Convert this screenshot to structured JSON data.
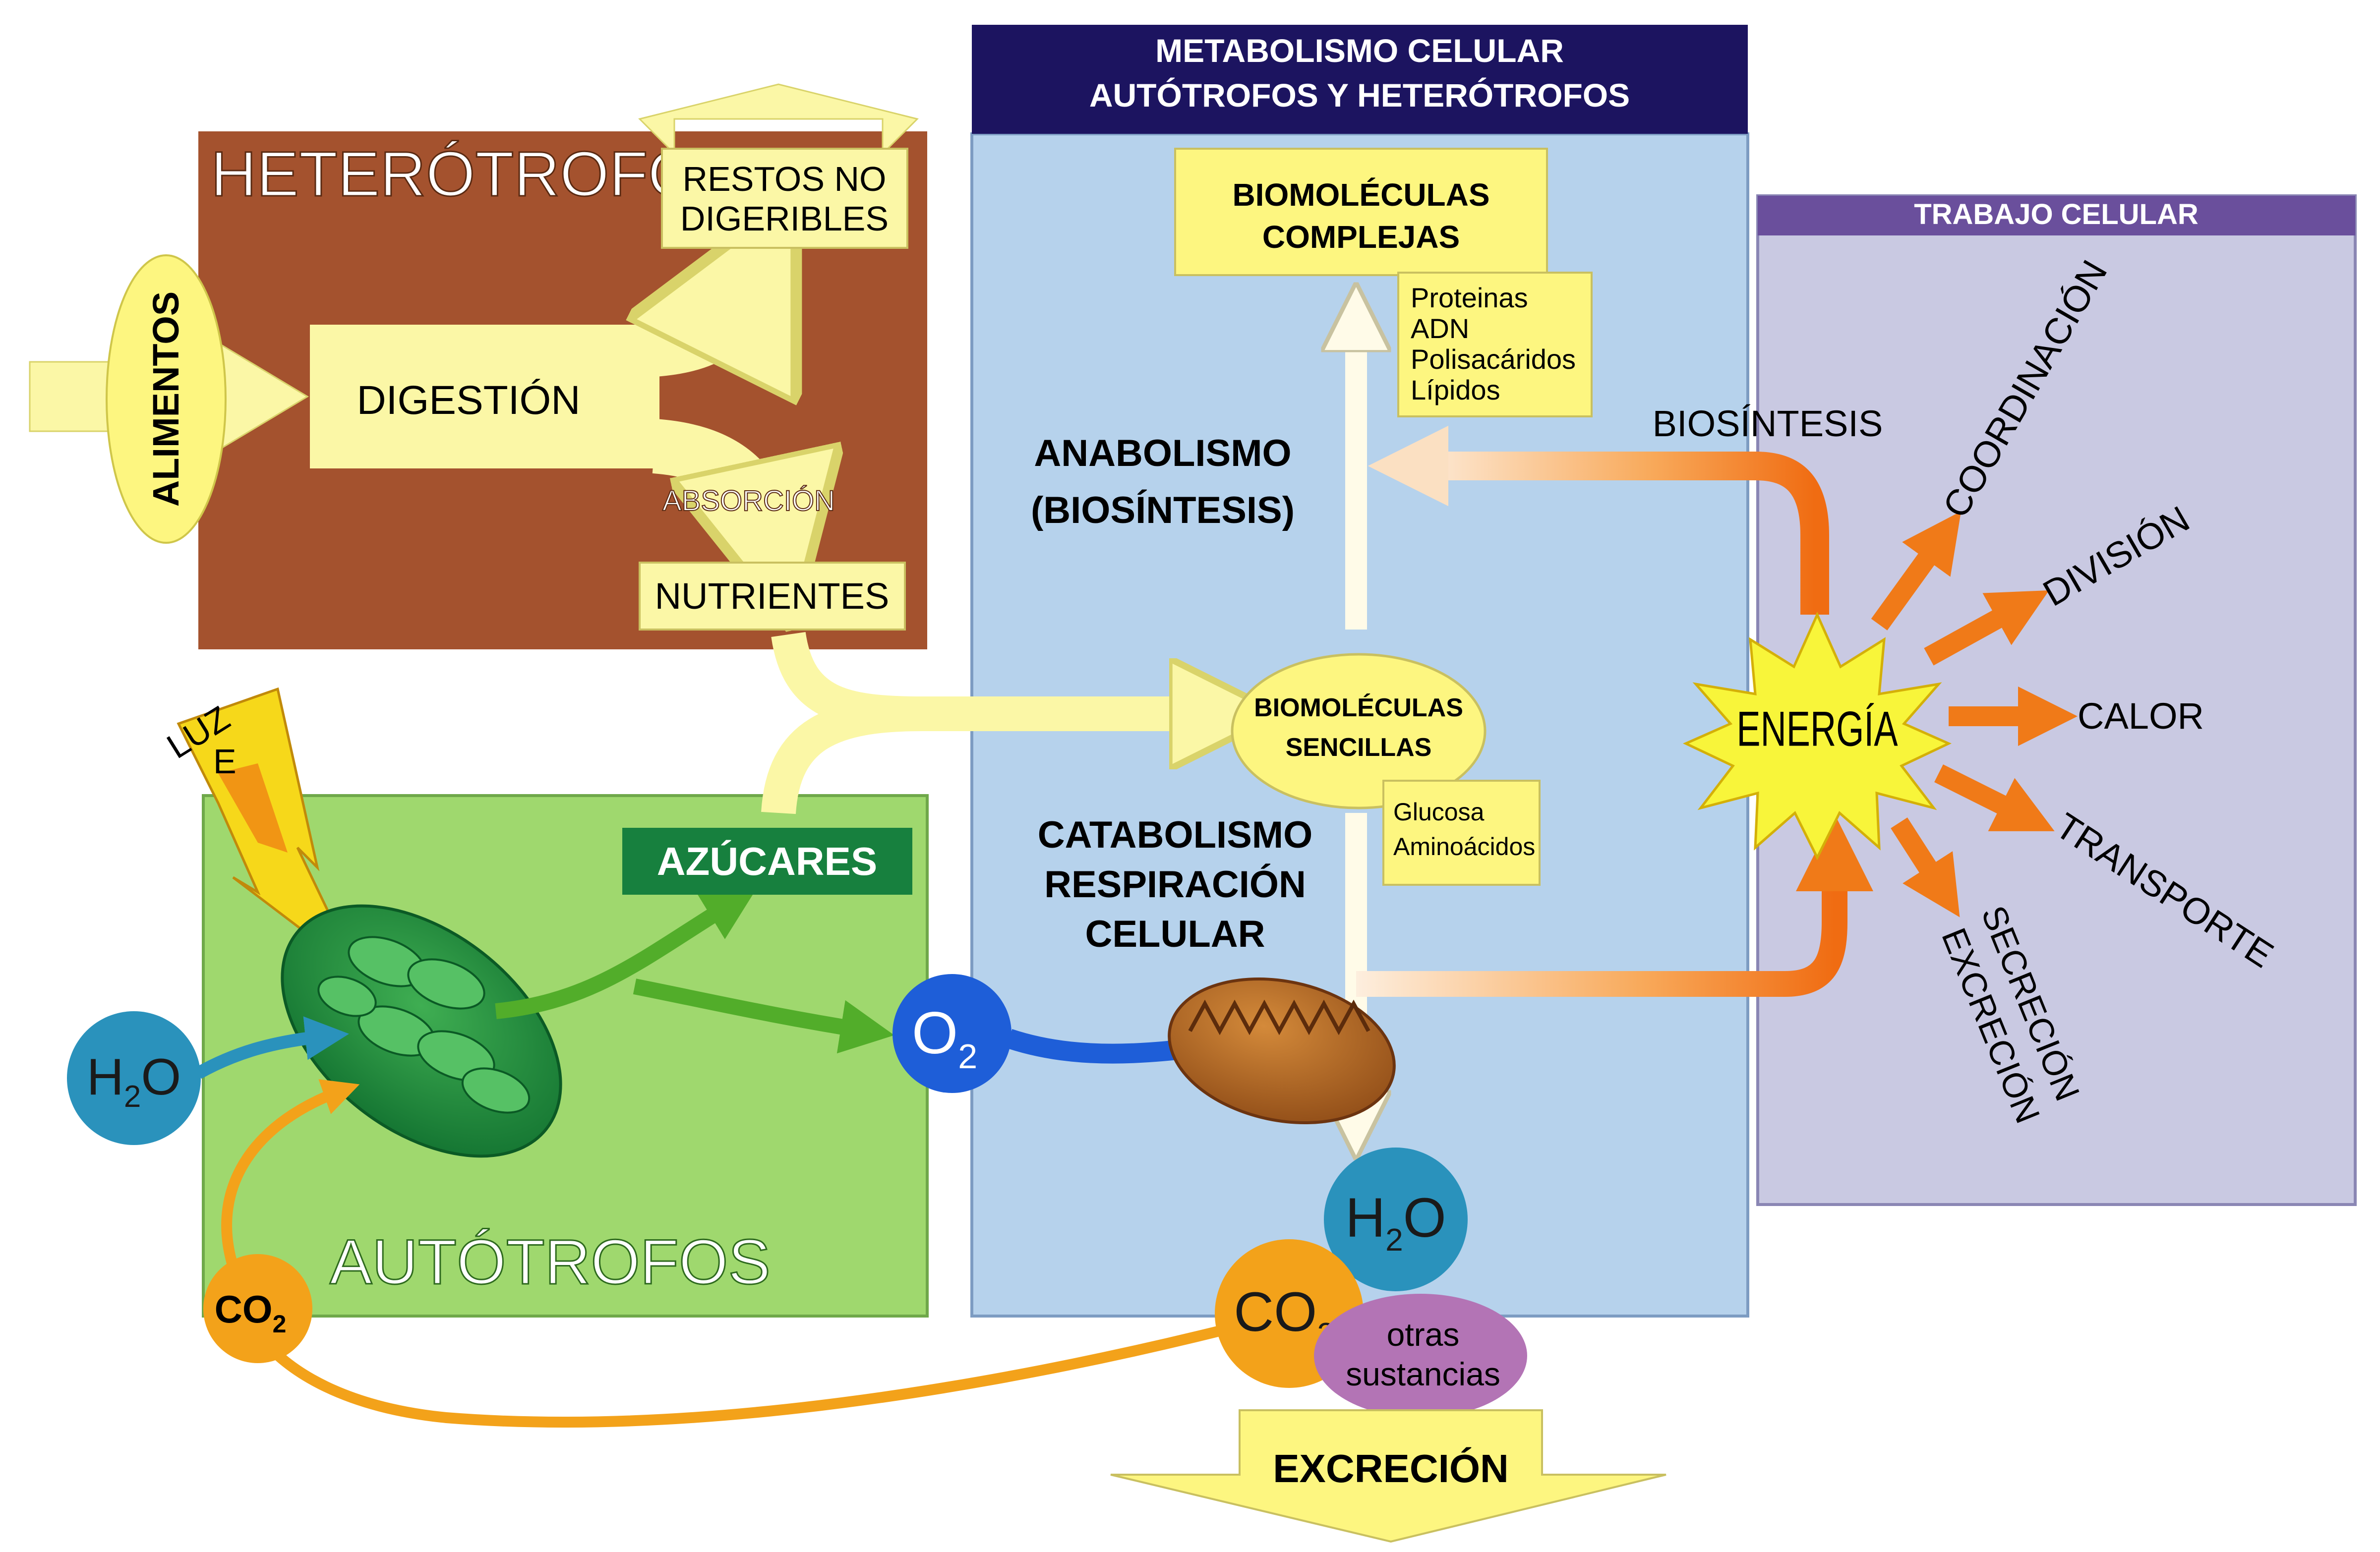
{
  "header": {
    "line1": "METABOLISMO CELULAR",
    "line2": "AUTÓTROFOS Y HETERÓTROFOS"
  },
  "heterotrofos": {
    "title": "HETERÓTROFOS",
    "alimentos": "ALIMENTOS",
    "digestion": "DIGESTIÓN",
    "restos_line1": "RESTOS NO",
    "restos_line2": "DIGERIBLES",
    "absorcion": "ABSORCIÓN",
    "nutrientes": "NUTRIENTES"
  },
  "autotrofos": {
    "title": "AUTÓTROFOS",
    "luz": "LUZ",
    "e": "E",
    "azucares": "AZÚCARES",
    "h2o_main": "H",
    "h2o_sub": "2",
    "h2o_tail": "O",
    "co2_main": "CO",
    "co2_sub": "2",
    "o2_main": "O",
    "o2_sub": "2"
  },
  "metabolismo": {
    "complejas_line1": "BIOMOLÉCULAS",
    "complejas_line2": "COMPLEJAS",
    "complejas_examples": [
      "Proteinas",
      "ADN",
      "Polisacáridos",
      "Lípidos"
    ],
    "anabolismo_line1": "ANABOLISMO",
    "anabolismo_line2": "(BIOSÍNTESIS)",
    "sencillas_line1": "BIOMOLÉCULAS",
    "sencillas_line2": "SENCILLAS",
    "sencillas_examples": [
      "Glucosa",
      "Aminoácidos"
    ],
    "catabolismo_line1": "CATABOLISMO",
    "catabolismo_line2": "RESPIRACIÓN",
    "catabolismo_line3": "CELULAR",
    "biosintesis": "BIOSÍNTESIS"
  },
  "productos": {
    "h2o_main": "H",
    "h2o_sub": "2",
    "h2o_tail": "O",
    "co2_main": "CO",
    "co2_sub": "2",
    "otras_line1": "otras",
    "otras_line2": "sustancias",
    "excrecion": "EXCRECIÓN"
  },
  "trabajo": {
    "title": "TRABAJO CELULAR",
    "energia": "ENERGÍA",
    "outputs": [
      "COORDINACIÓN",
      "DIVISIÓN",
      "CALOR",
      "TRANSPORTE",
      "SECRECIÓN",
      "EXCRECIÓN"
    ]
  },
  "colors": {
    "hetero_bg": "#a4522e",
    "auto_bg": "#9fd86e",
    "meta_bg": "#b6d2ec",
    "header_bg": "#1c1460",
    "trabajo_bg": "#c9c9e2",
    "trabajo_header": "#6a4f9c",
    "pale_yellow": "#fbf7a6",
    "yellow_box": "#fdf680",
    "dark_green": "#17803e",
    "energy": "#f8f53a",
    "orange": "#f07a18",
    "co2": "#f3a21a",
    "h2o": "#2a92bc",
    "o2": "#1e5ed8",
    "otras": "#b374b5"
  }
}
